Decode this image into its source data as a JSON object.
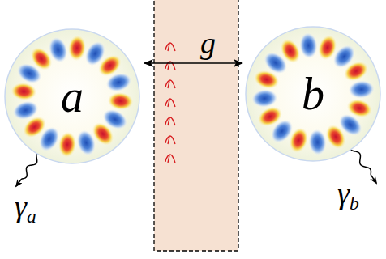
{
  "diagram": {
    "nodes": [
      {
        "text": [
          "a"
        ]
      },
      {
        "text": [
          "b"
        ]
      }
    ],
    "edges": [
      {
        "from": 0,
        "to": 1,
        "label": "g",
        "arrow": "both"
      }
    ],
    "labels": [
      "γa",
      "γb"
    ]
  }
}
